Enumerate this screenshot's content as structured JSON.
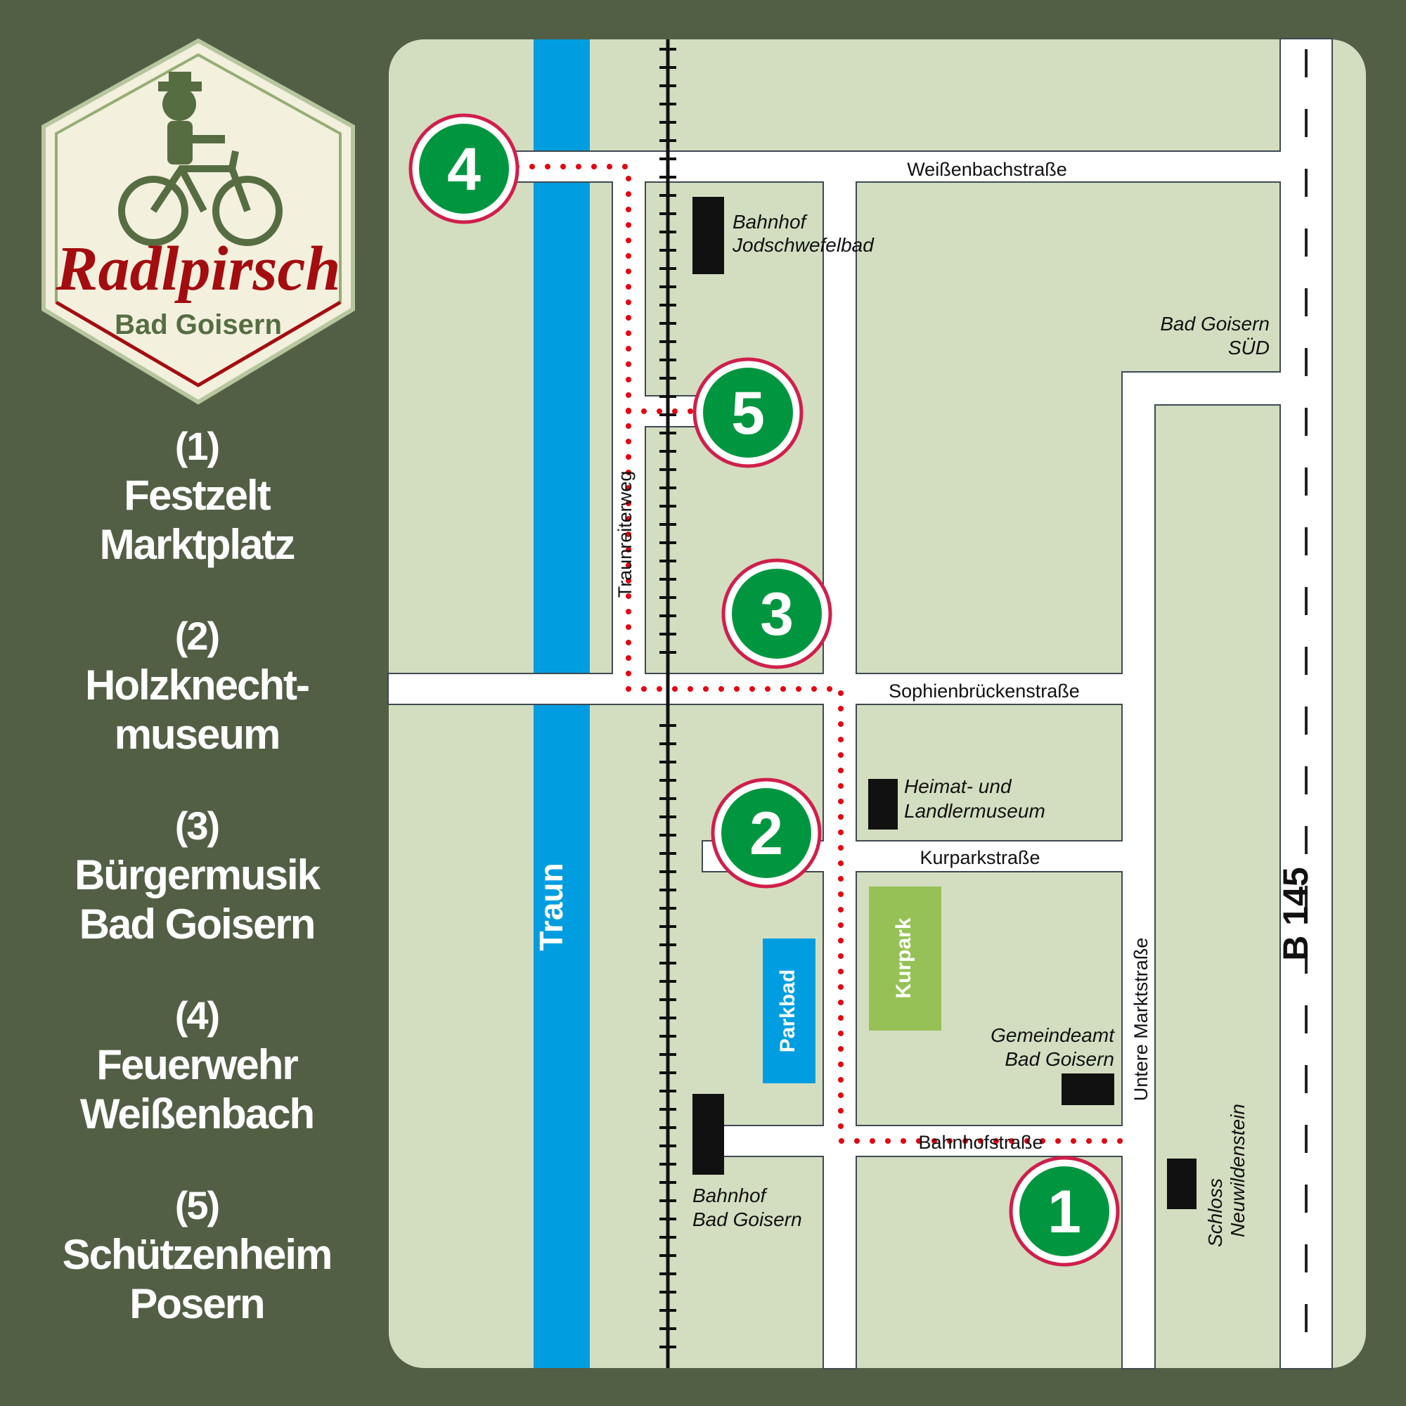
{
  "logo": {
    "title": "Radlpirsch",
    "subtitle": "Bad Goisern"
  },
  "legend": [
    {
      "number": "(1)",
      "line1": "Festzelt",
      "line2": "Marktplatz"
    },
    {
      "number": "(2)",
      "line1": "Holzknecht-",
      "line2": "museum"
    },
    {
      "number": "(3)",
      "line1": "Bürgermusik",
      "line2": "Bad Goisern"
    },
    {
      "number": "(4)",
      "line1": "Feuerwehr",
      "line2": "Weißenbach"
    },
    {
      "number": "(5)",
      "line1": "Schützenheim",
      "line2": "Posern"
    }
  ],
  "map": {
    "roads": {
      "weissenbach": "Weißenbachstraße",
      "sophienbruecken": "Sophienbrückenstraße",
      "kurpark": "Kurparkstraße",
      "bahnhof": "Bahnhofstraße",
      "untere_markt": "Untere Marktstraße",
      "traunreiterweg": "Traunreiterweg",
      "b145": "B 145"
    },
    "river": "Traun",
    "areas": {
      "parkbad": "Parkbad",
      "kurpark": "Kurpark"
    },
    "places": {
      "bahnhof_jod_1": "Bahnhof",
      "bahnhof_jod_2": "Jodschwefelbad",
      "goisern_sued_1": "Bad Goisern",
      "goisern_sued_2": "SÜD",
      "heimat_1": "Heimat- und",
      "heimat_2": "Landlermuseum",
      "gemeinde_1": "Gemeindeamt",
      "gemeinde_2": "Bad Goisern",
      "bahnhof_bg_1": "Bahnhof",
      "bahnhof_bg_2": "Bad Goisern",
      "schloss_1": "Schloss",
      "schloss_2": "Neuwildenstein"
    },
    "markers": [
      "1",
      "2",
      "3",
      "4",
      "5"
    ],
    "colors": {
      "background": "#525f45",
      "land": "#d3ddc0",
      "road": "#ffffff",
      "river": "#009ee0",
      "route": "#e30613",
      "marker_fill": "#009640",
      "kurpark": "#95c156",
      "parkbad": "#009ee0"
    }
  }
}
